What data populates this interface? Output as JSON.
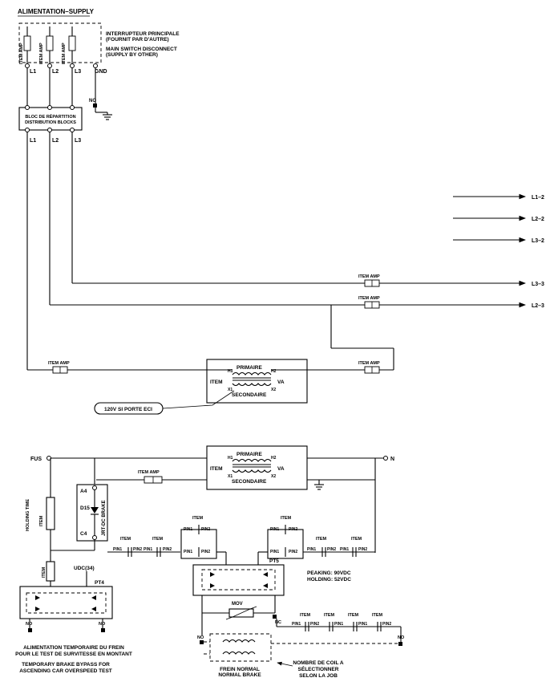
{
  "title": "ALIMENTATION–SUPPLY",
  "main_switch": {
    "fr": "INTERRUPTEUR PRINCIPALE",
    "fr2": "(FOURNIT PAR D'AUTRE)",
    "en": "MAIN SWITCH DISCONNECT",
    "en2": "(SUPPLY BY OTHER)"
  },
  "item_amp": "ITEM AMP",
  "phases": {
    "l1": "L1",
    "l2": "L2",
    "l3": "L3",
    "gnd": "GND",
    "no": "NO"
  },
  "distribution": {
    "line1": "BLOC DE RÉPARTITION",
    "line2": "DISTRIBUTION BLOCKS"
  },
  "outputs": {
    "l1_2": "L1–2",
    "l2_2": "L2–2",
    "l3_2": "L3–2",
    "l3_3": "L3–3",
    "l2_3": "L2–3"
  },
  "transformer": {
    "primary": "PRIMAIRE",
    "secondary": "SECONDAIRE",
    "item": "ITEM",
    "va": "VA",
    "h1": "H1",
    "h2": "H2",
    "x1": "X1",
    "x2": "X2"
  },
  "note_120v": "120V SI PORTE ECI",
  "fus": "FUS",
  "n": "N",
  "brake_circuit": {
    "holding_time": "HOLDING TIME",
    "item": "ITEM",
    "a4": "A4",
    "d15": "D15",
    "c4": "C4",
    "jrt_brake": "JRT-DC BRAKE",
    "udc": "UDC(34)",
    "pt4": "PT4",
    "pt5": "PT5",
    "pin1": "PIN1",
    "pin2": "PIN2",
    "peaking": "PEAKING: 90VDC",
    "holding": "HOLDING: 52VDC",
    "mov": "MOV",
    "nc": "NC",
    "no": "NO"
  },
  "temp_bypass": {
    "fr1": "ALIMENTATION TEMPORAIRE DU FREIN",
    "fr2": "POUR LE TEST DE SURVITESSE EN MONTANT",
    "en1": "TEMPORARY BRAKE BYPASS FOR",
    "en2": "ASCENDING CAR OVERSPEED TEST"
  },
  "brake": {
    "fr": "FREIN NORMAL",
    "en": "NORMAL BRAKE"
  },
  "coil_note": {
    "l1": "NOMBRE DE COIL A",
    "l2": "SÉLECTIONNER",
    "l3": "SELON LA JOB"
  }
}
